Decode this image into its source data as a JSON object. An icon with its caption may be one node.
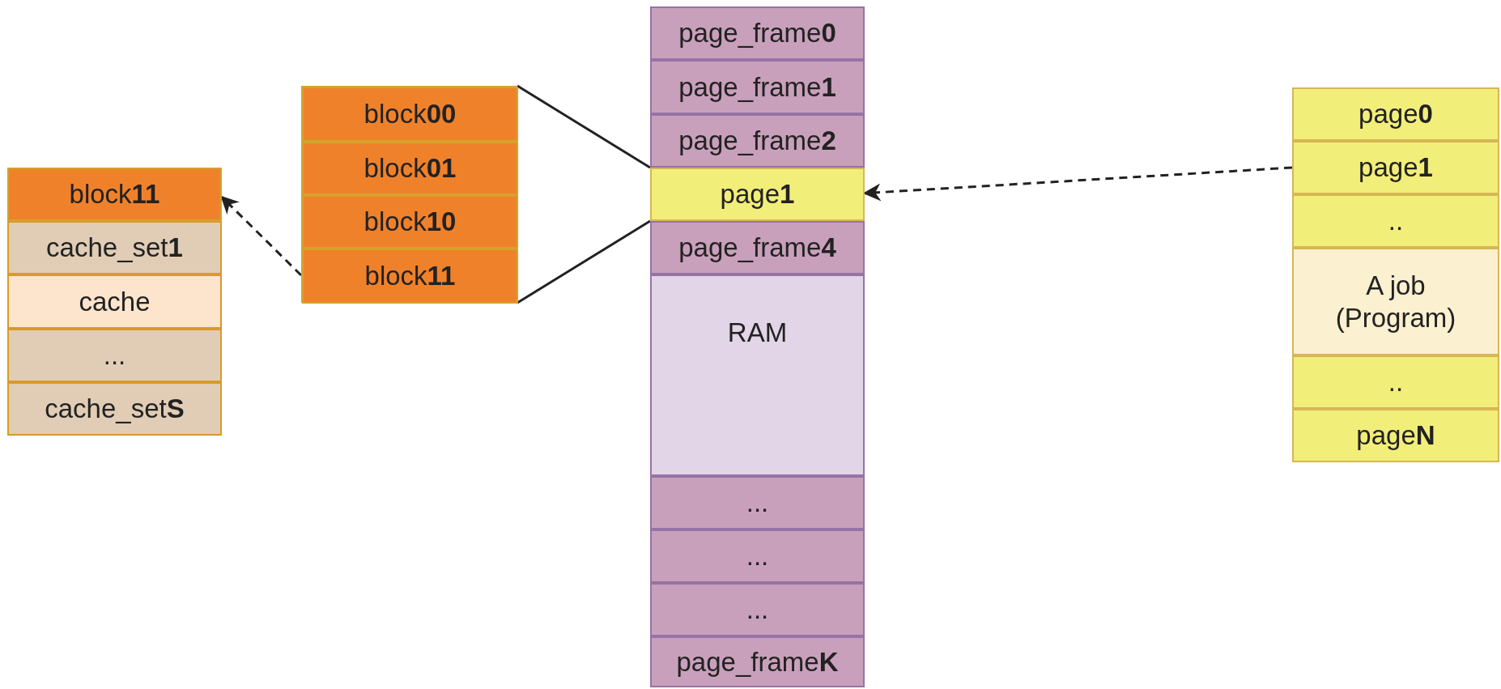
{
  "diagram": {
    "nodes": [
      {
        "text": [
          "block**11**"
        ]
      },
      {
        "text": [
          "cache_set**1**"
        ]
      },
      {
        "text": [
          "cache"
        ]
      },
      {
        "text": [
          "..."
        ]
      },
      {
        "text": [
          "cache_set**S**"
        ]
      },
      {
        "text": [],
        "shape": "box"
      },
      {
        "text": [
          "block**00**"
        ],
        "in": 5
      },
      {
        "text": [
          "block**01**"
        ],
        "in": 5
      },
      {
        "text": [
          "block**10**"
        ],
        "in": 5
      },
      {
        "text": [
          "block**11**"
        ],
        "in": 5
      },
      {
        "text": [
          "page_frame**0**"
        ]
      },
      {
        "text": [
          "page_frame**1**"
        ]
      },
      {
        "text": [
          "page_frame**2**"
        ]
      },
      {
        "text": [
          "page**1**"
        ]
      },
      {
        "text": [
          "page_frame**4**"
        ]
      },
      {
        "text": [
          "RAM"
        ]
      },
      {
        "text": [
          "..."
        ]
      },
      {
        "text": [
          "..."
        ]
      },
      {
        "text": [
          "..."
        ]
      },
      {
        "text": [
          "page_frame**K**"
        ]
      },
      {
        "text": [
          "page**0**"
        ]
      },
      {
        "text": [
          "page**1**"
        ]
      },
      {
        "text": [
          ".."
        ]
      },
      {
        "text": [
          "A job (Program)"
        ]
      },
      {
        "text": [
          ".."
        ]
      },
      {
        "text": [
          "page**N**"
        ]
      }
    ],
    "edges": [
      {
        "from": 9,
        "to": 0,
        "arrow": "to",
        "style": "dashed"
      },
      {
        "from": 5,
        "to": 13,
        "arrow": "none"
      },
      {
        "from": 5,
        "to": 13,
        "arrow": "none"
      },
      {
        "from": 21,
        "to": 13,
        "arrow": "to",
        "style": "dashed"
      }
    ]
  }
}
